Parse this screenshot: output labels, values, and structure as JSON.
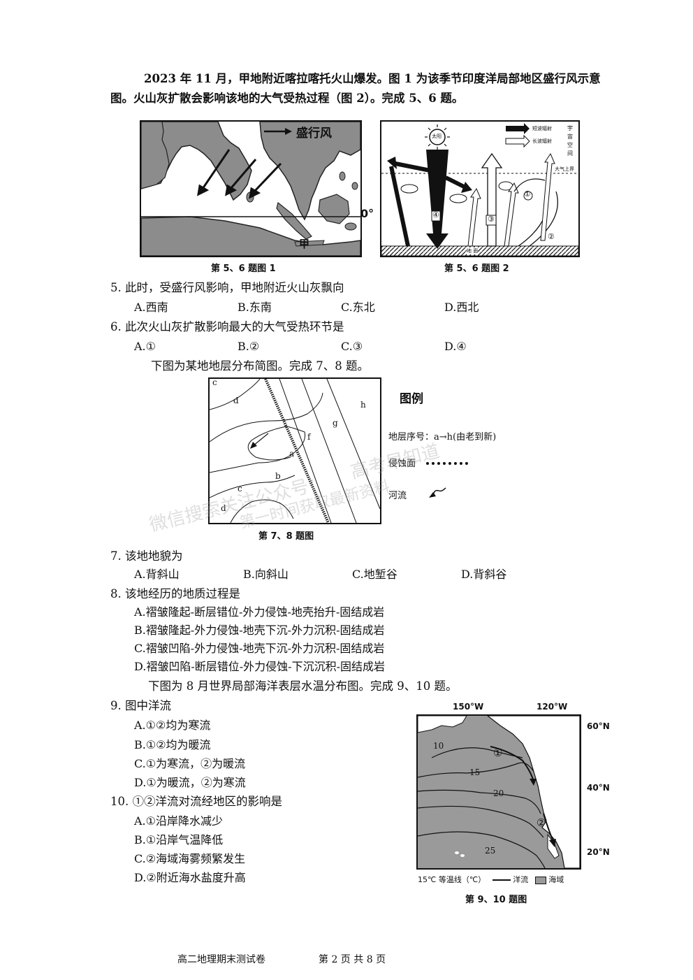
{
  "intro1": {
    "line1": "2023 年 11 月，甲地附近喀拉喀托火山爆发。图 1 为该季节印度洋局部地区盛行风示意",
    "line2": "图。火山灰扩散会影响该地的大气受热过程（图 2）。完成 5、6 题。"
  },
  "fig1": {
    "caption": "第 5、6 题图 1",
    "legend_label": "盛行风",
    "lat_label": "0°",
    "place_label": "甲"
  },
  "fig2": {
    "caption": "第 5、6 题图 2",
    "sun_label": "太阳",
    "legend_short": "短波辐射",
    "legend_long": "长波辐射",
    "space_label": [
      "宇",
      "宙",
      "空",
      "间"
    ],
    "atm_label": "大气上界",
    "ground_label": "地 面",
    "m1": "①",
    "m2": "②",
    "m3": "③",
    "m4": "④"
  },
  "q5": {
    "stem": "5.  此时，受盛行风影响，甲地附近火山灰飘向",
    "options": [
      "A.西南",
      "B.东南",
      "C.东北",
      "D.西北"
    ]
  },
  "q6": {
    "stem": "6.  此次火山灰扩散影响最大的大气受热环节是",
    "options": [
      "A.①",
      "B.②",
      "C.③",
      "D.④"
    ]
  },
  "intro2": "下图为某地地层分布简图。完成 7、8 题。",
  "fig3": {
    "caption": "第 7、8 题图",
    "labels": {
      "c1": "c",
      "d1": "d",
      "g": "g",
      "h": "h",
      "f": "f",
      "a": "a",
      "b": "b",
      "c2": "c",
      "d2": "d"
    },
    "legend_title": "图例",
    "legend_layer": "地层序号：a→h(由老到新)",
    "legend_erosion": "侵蚀面",
    "legend_river": "河流"
  },
  "q7": {
    "stem": "7.  该地地貌为",
    "options": [
      "A.背斜山",
      "B.向斜山",
      "C.地堑谷",
      "D.背斜谷"
    ]
  },
  "q8": {
    "stem": "8.  该地经历的地质过程是",
    "options": [
      "A.褶皱隆起-断层错位-外力侵蚀-地壳抬升-固结成岩",
      "B.褶皱隆起-外力侵蚀-地壳下沉-外力沉积-固结成岩",
      "C.褶皱凹陷-外力侵蚀-地壳下沉-外力沉积-固结成岩",
      "D.褶皱凹陷-断层错位-外力侵蚀-下沉沉积-固结成岩"
    ]
  },
  "intro3": "下图为 8 月世界局部海洋表层水温分布图。完成 9、10 题。",
  "q9": {
    "stem": "9.  图中洋流",
    "options": [
      "A.①②均为寒流",
      "B.①②均为暖流",
      "C.①为寒流，②为暖流",
      "D.①为暖流，②为寒流"
    ]
  },
  "q10": {
    "stem": "10.  ①②洋流对流经地区的影响是",
    "options": [
      "A.①沿岸降水减少",
      "B.①沿岸气温降低",
      "C.②海域海雾频繁发生",
      "D.②附近海水盐度升高"
    ]
  },
  "fig4": {
    "caption": "第 9、10 题图",
    "lon1": "150°W",
    "lon2": "120°W",
    "lat1": "60°N",
    "lat2": "40°N",
    "lat3": "20°N",
    "iso10": "10",
    "iso15": "15",
    "iso20": "20",
    "iso25": "25",
    "m1": "①",
    "m2": "②",
    "legend_iso_sample": "15℃",
    "legend_iso": "等温线（℃）",
    "legend_current": "洋流",
    "legend_sea": "海域"
  },
  "footer": {
    "title": "高二地理期末测试卷",
    "page": "第 2 页 共 8 页"
  },
  "watermark": {
    "w1": "微信搜索关注公众号：",
    "w2": "高考早知道",
    "w3": "第一时间获取最新资料"
  }
}
